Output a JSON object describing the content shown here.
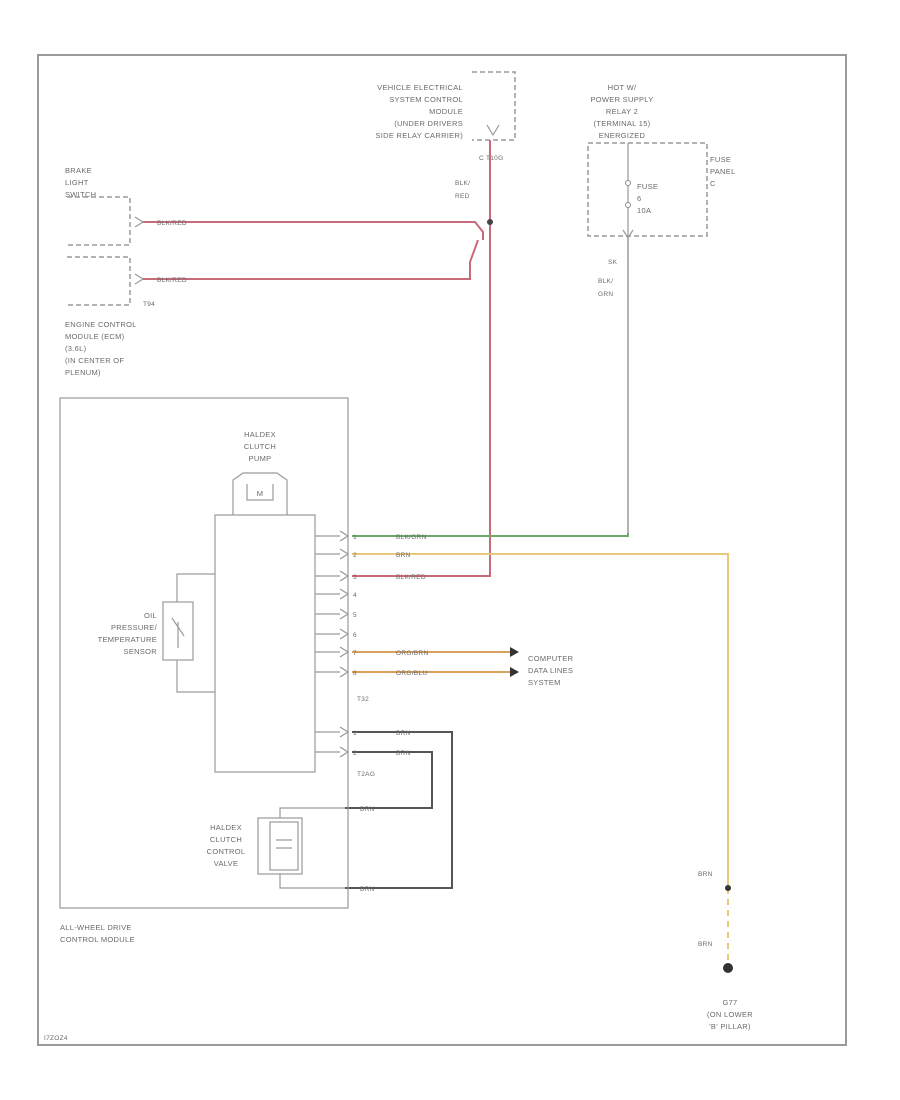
{
  "labels": {
    "vesc": [
      "VEHICLE ELECTRICAL",
      "SYSTEM CONTROL",
      "MODULE",
      "(UNDER DRIVERS",
      "SIDE RELAY CARRIER)"
    ],
    "vesc_conn": "C T10G",
    "relay": [
      "HOT W/",
      "POWER SUPPLY",
      "RELAY 2",
      "(TERMINAL 15)",
      "ENERGIZED"
    ],
    "fuse_panel": [
      "FUSE",
      "PANEL",
      "C"
    ],
    "fuse": [
      "FUSE",
      "6",
      "10A"
    ],
    "brake": [
      "BRAKE",
      "LIGHT",
      "SWITCH"
    ],
    "ecm_conn": "T94",
    "ecm": [
      "ENGINE CONTROL",
      "MODULE (ECM)",
      "(3.6L)",
      "(IN CENTER OF",
      "PLENUM)"
    ],
    "clutch_pump": [
      "HALDEX",
      "CLUTCH",
      "PUMP"
    ],
    "pump_m": "M",
    "oil": [
      "OIL",
      "PRESSURE/",
      "TEMPERATURE",
      "SENSOR"
    ],
    "computer": [
      "COMPUTER",
      "DATA LINES",
      "SYSTEM"
    ],
    "t32": "T32",
    "t2ag": "T2AG",
    "valve": [
      "HALDEX",
      "CLUTCH",
      "CONTROL",
      "VALVE"
    ],
    "awd": [
      "ALL-WHEEL DRIVE",
      "CONTROL MODULE"
    ],
    "ground": [
      "G77",
      "(ON LOWER",
      "'B' PILLAR)"
    ],
    "code": "I7ZOZ4"
  },
  "wires": {
    "blk_red": "BLK/RED",
    "blk_red_short": [
      "BLK/",
      "RED"
    ],
    "blk_grn": "BLK/GRN",
    "blk_grn_short": [
      "BLK/",
      "GRN"
    ],
    "brn": "BRN",
    "org_brn": "ORG/BRN",
    "org_blu": "ORG/BLU",
    "fuse_pin": "SK",
    "pins": [
      "1",
      "2",
      "3",
      "4",
      "5",
      "6",
      "7",
      "8",
      "1",
      "2"
    ]
  },
  "colors": {
    "red_wire": "#c96a78",
    "green_wire": "#6ea86a",
    "brown_wire": "#e8c87a",
    "orange_wire": "#d8a05a",
    "dark_wire": "#555555",
    "grey_wire": "#9a9a9a",
    "frame": "#9a9a9a"
  }
}
